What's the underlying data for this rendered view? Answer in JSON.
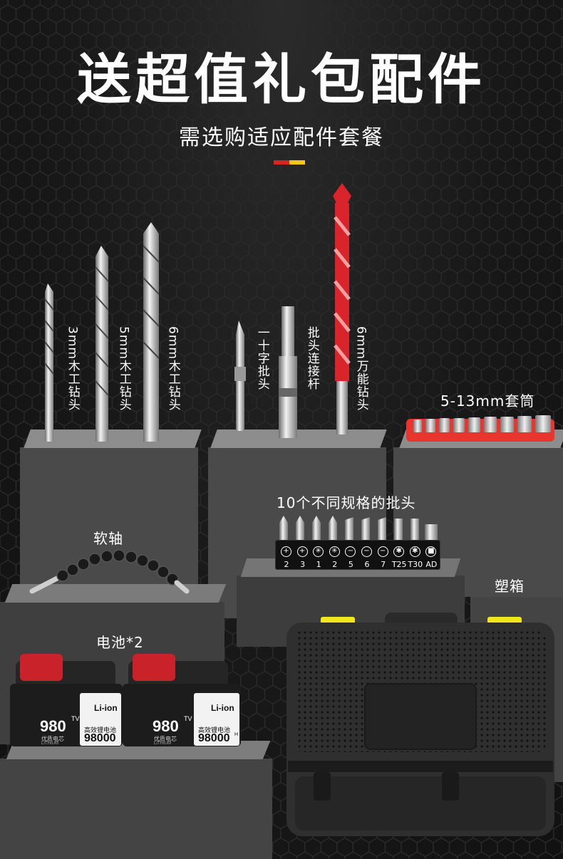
{
  "header": {
    "title": "送超值礼包配件",
    "subtitle": "需选购适应配件套餐",
    "accent_colors": [
      "#d7261e",
      "#f4c51b"
    ]
  },
  "drill_bits": [
    {
      "label": "3mm木工钻头"
    },
    {
      "label": "5mm木工钻头"
    },
    {
      "label": "6mm木工钻头"
    }
  ],
  "screw_bits": [
    {
      "label": "一十字批头"
    },
    {
      "label": "批头连接杆"
    }
  ],
  "masonry_bit": {
    "label": "6mm万能钻头",
    "color": "#d8242a"
  },
  "socket_set": {
    "label": "5-13mm套筒",
    "tray_color": "#e8352e"
  },
  "bit_set": {
    "label": "10个不同规格的批头",
    "bits": [
      {
        "icon": "phillips-icon",
        "symbol": "+",
        "size": "2"
      },
      {
        "icon": "phillips-icon",
        "symbol": "+",
        "size": "3"
      },
      {
        "icon": "pozidriv-icon",
        "symbol": "✳",
        "size": "1"
      },
      {
        "icon": "pozidriv-icon",
        "symbol": "✳",
        "size": "2"
      },
      {
        "icon": "slotted-icon",
        "symbol": "−",
        "size": "5"
      },
      {
        "icon": "slotted-icon",
        "symbol": "−",
        "size": "6"
      },
      {
        "icon": "slotted-icon",
        "symbol": "−",
        "size": "7"
      },
      {
        "icon": "torx-icon",
        "symbol": "✱",
        "size": "T25"
      },
      {
        "icon": "torx-icon",
        "symbol": "✱",
        "size": "T30"
      },
      {
        "icon": "adapter-icon",
        "symbol": "■",
        "size": "AD"
      }
    ]
  },
  "flex_shaft": {
    "label": "软轴"
  },
  "batteries": {
    "label": "电池*2",
    "model": "980",
    "model_suffix": "TV",
    "chem": "Li-ion",
    "desc": "高效锂电池",
    "capacity": "98000",
    "capacity_suffix": "H",
    "brand_cn": "优质电芯",
    "brand_en": "LITHIUM"
  },
  "case": {
    "label": "塑箱",
    "latch_color": "#f2e61c"
  }
}
